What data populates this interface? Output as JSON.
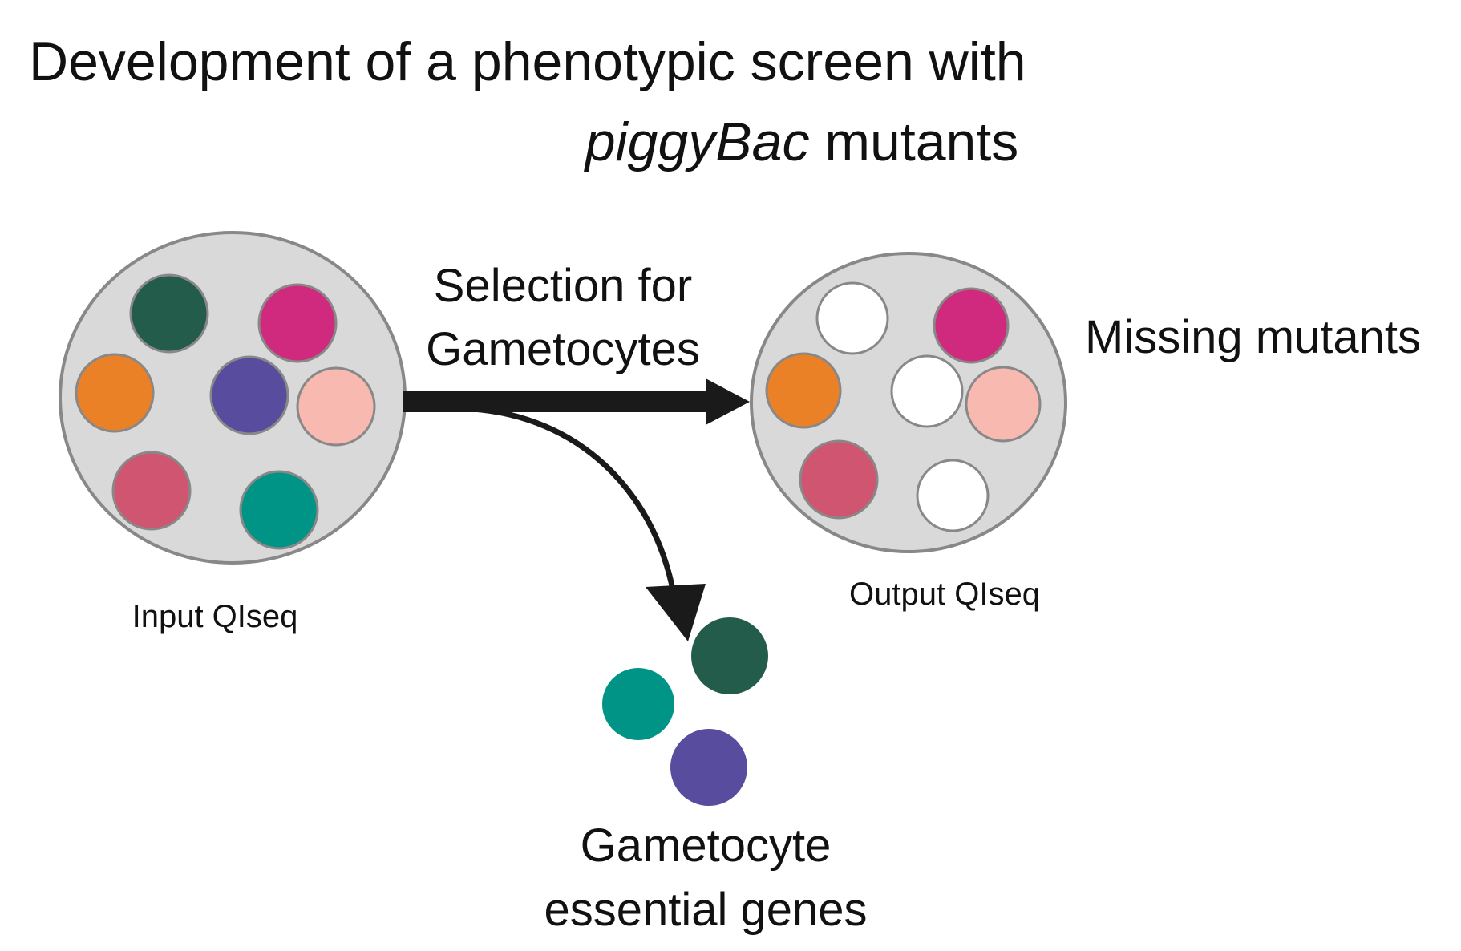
{
  "title": {
    "line1": "Development of a phenotypic screen with",
    "line2_italic": "piggyBac",
    "line2_rest": " mutants"
  },
  "selection_label": {
    "line1": "Selection for",
    "line2": "Gametocytes"
  },
  "input_pool": {
    "label": "Input QIseq",
    "fill": "#d9d9d9",
    "mutants": [
      "#245c4c",
      "#cf2a7d",
      "#ea8127",
      "#584c9f",
      "#f7b9b0",
      "#cf5570",
      "#009487"
    ]
  },
  "output_pool": {
    "label": "Output  QIseq",
    "fill": "#d9d9d9",
    "mutants": [
      "#ffffff",
      "#cf2a7d",
      "#ea8127",
      "#ffffff",
      "#f7b9b0",
      "#cf5570",
      "#ffffff"
    ]
  },
  "missing_label": "Missing mutants",
  "essential": {
    "line1": "Gametocyte",
    "line2": "essential genes",
    "mutants": [
      "#245c4c",
      "#009487",
      "#584c9f"
    ]
  },
  "colors": {
    "arrow": "#1a1a1a",
    "outline": "#888888",
    "text": "#111111"
  }
}
